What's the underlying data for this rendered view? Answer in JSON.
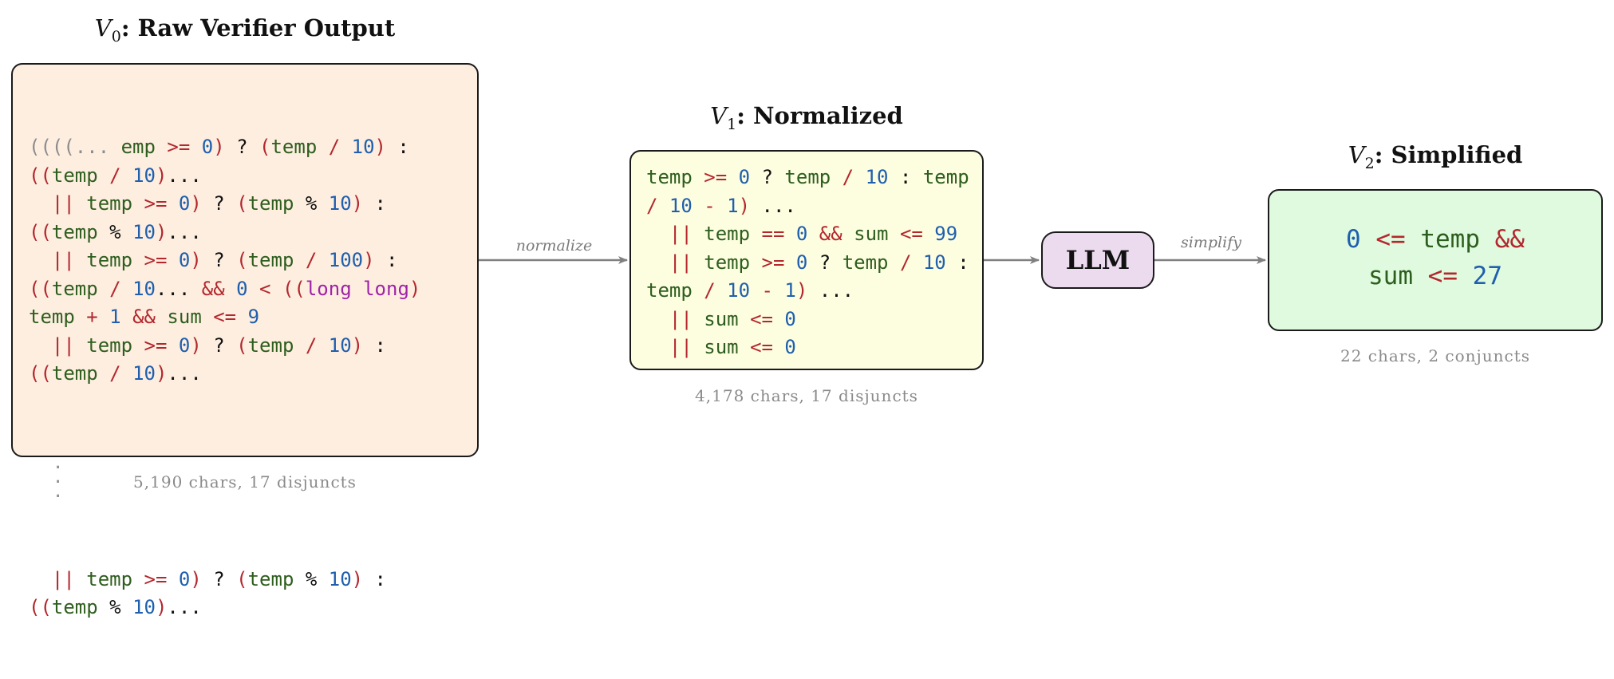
{
  "stages": [
    {
      "var": "V",
      "sub": "0",
      "title": ": Raw Verifier Output",
      "caption": "5,190 chars, 17 disjuncts"
    },
    {
      "var": "V",
      "sub": "1",
      "title": ": Normalized",
      "caption": "4,178 chars, 17 disjuncts"
    },
    {
      "var": "V",
      "sub": "2",
      "title": ": Simplified",
      "caption": "22 chars, 2 conjuncts"
    }
  ],
  "llm_label": "LLM",
  "arrow_labels": {
    "normalize": "normalize",
    "simplify": "simplify"
  },
  "colors": {
    "v0_fill": "#fdeee0",
    "v1_fill": "#fdfde0",
    "v2_fill": "#dffadf",
    "llm_fill": "#ecdaee",
    "identifier": "#2e5e1e",
    "operator": "#b3272d",
    "number": "#1f5fae",
    "type": "#a023a8"
  },
  "v0_lines": [
    [
      [
        "gr",
        "((((... "
      ],
      [
        "g",
        "emp "
      ],
      [
        "r",
        ">="
      ],
      [
        "k",
        " "
      ],
      [
        "b",
        "0"
      ],
      [
        "r",
        ")"
      ],
      [
        "k",
        " ? "
      ],
      [
        "r",
        "("
      ],
      [
        "g",
        "temp "
      ],
      [
        "r",
        "/"
      ],
      [
        "k",
        " "
      ],
      [
        "b",
        "10"
      ],
      [
        "r",
        ")"
      ],
      [
        "k",
        " :"
      ]
    ],
    [
      [
        "r",
        "(("
      ],
      [
        "g",
        "temp "
      ],
      [
        "r",
        "/"
      ],
      [
        "k",
        " "
      ],
      [
        "b",
        "10"
      ],
      [
        "r",
        ")"
      ],
      [
        "k",
        "..."
      ]
    ],
    [
      [
        "k",
        "  "
      ],
      [
        "r",
        "||"
      ],
      [
        "k",
        " "
      ],
      [
        "g",
        "temp "
      ],
      [
        "r",
        ">="
      ],
      [
        "k",
        " "
      ],
      [
        "b",
        "0"
      ],
      [
        "r",
        ")"
      ],
      [
        "k",
        " ? "
      ],
      [
        "r",
        "("
      ],
      [
        "g",
        "temp "
      ],
      [
        "k",
        "% "
      ],
      [
        "b",
        "10"
      ],
      [
        "r",
        ")"
      ],
      [
        "k",
        " :"
      ]
    ],
    [
      [
        "r",
        "(("
      ],
      [
        "g",
        "temp "
      ],
      [
        "k",
        "% "
      ],
      [
        "b",
        "10"
      ],
      [
        "r",
        ")"
      ],
      [
        "k",
        "..."
      ]
    ],
    [
      [
        "k",
        "  "
      ],
      [
        "r",
        "||"
      ],
      [
        "k",
        " "
      ],
      [
        "g",
        "temp "
      ],
      [
        "r",
        ">="
      ],
      [
        "k",
        " "
      ],
      [
        "b",
        "0"
      ],
      [
        "r",
        ")"
      ],
      [
        "k",
        " ? "
      ],
      [
        "r",
        "("
      ],
      [
        "g",
        "temp "
      ],
      [
        "r",
        "/"
      ],
      [
        "k",
        " "
      ],
      [
        "b",
        "100"
      ],
      [
        "r",
        ")"
      ],
      [
        "k",
        " :"
      ]
    ],
    [
      [
        "r",
        "(("
      ],
      [
        "g",
        "temp "
      ],
      [
        "r",
        "/"
      ],
      [
        "k",
        " "
      ],
      [
        "b",
        "10"
      ],
      [
        "k",
        "... "
      ],
      [
        "r",
        "&&"
      ],
      [
        "k",
        " "
      ],
      [
        "b",
        "0"
      ],
      [
        "k",
        " "
      ],
      [
        "r",
        "<"
      ],
      [
        "k",
        " "
      ],
      [
        "r",
        "(("
      ],
      [
        "p",
        "long long"
      ],
      [
        "r",
        ")"
      ]
    ],
    [
      [
        "g",
        "temp "
      ],
      [
        "r",
        "+"
      ],
      [
        "k",
        " "
      ],
      [
        "b",
        "1"
      ],
      [
        "k",
        " "
      ],
      [
        "r",
        "&&"
      ],
      [
        "k",
        " "
      ],
      [
        "g",
        "sum "
      ],
      [
        "r",
        "<="
      ],
      [
        "k",
        " "
      ],
      [
        "b",
        "9"
      ]
    ],
    [
      [
        "k",
        "  "
      ],
      [
        "r",
        "||"
      ],
      [
        "k",
        " "
      ],
      [
        "g",
        "temp "
      ],
      [
        "r",
        ">="
      ],
      [
        "k",
        " "
      ],
      [
        "b",
        "0"
      ],
      [
        "r",
        ")"
      ],
      [
        "k",
        " ? "
      ],
      [
        "r",
        "("
      ],
      [
        "g",
        "temp "
      ],
      [
        "r",
        "/"
      ],
      [
        "k",
        " "
      ],
      [
        "b",
        "10"
      ],
      [
        "r",
        ")"
      ],
      [
        "k",
        " :"
      ]
    ],
    [
      [
        "r",
        "(("
      ],
      [
        "g",
        "temp "
      ],
      [
        "r",
        "/"
      ],
      [
        "k",
        " "
      ],
      [
        "b",
        "10"
      ],
      [
        "r",
        ")"
      ],
      [
        "k",
        "..."
      ]
    ]
  ],
  "v0_tail": [
    [
      [
        "k",
        "  "
      ],
      [
        "r",
        "||"
      ],
      [
        "k",
        " "
      ],
      [
        "g",
        "temp "
      ],
      [
        "r",
        ">="
      ],
      [
        "k",
        " "
      ],
      [
        "b",
        "0"
      ],
      [
        "r",
        ")"
      ],
      [
        "k",
        " ? "
      ],
      [
        "r",
        "("
      ],
      [
        "g",
        "temp "
      ],
      [
        "k",
        "% "
      ],
      [
        "b",
        "10"
      ],
      [
        "r",
        ")"
      ],
      [
        "k",
        " :"
      ]
    ],
    [
      [
        "r",
        "(("
      ],
      [
        "g",
        "temp "
      ],
      [
        "k",
        "% "
      ],
      [
        "b",
        "10"
      ],
      [
        "r",
        ")"
      ],
      [
        "k",
        "..."
      ]
    ]
  ],
  "v1_lines": [
    [
      [
        "g",
        "temp "
      ],
      [
        "r",
        ">="
      ],
      [
        "k",
        " "
      ],
      [
        "b",
        "0"
      ],
      [
        "k",
        " ? "
      ],
      [
        "g",
        "temp "
      ],
      [
        "r",
        "/"
      ],
      [
        "k",
        " "
      ],
      [
        "b",
        "10"
      ],
      [
        "k",
        " : "
      ],
      [
        "g",
        "temp"
      ]
    ],
    [
      [
        "r",
        "/"
      ],
      [
        "k",
        " "
      ],
      [
        "b",
        "10"
      ],
      [
        "k",
        " "
      ],
      [
        "r",
        "-"
      ],
      [
        "k",
        " "
      ],
      [
        "b",
        "1"
      ],
      [
        "r",
        ")"
      ],
      [
        "k",
        " ..."
      ]
    ],
    [
      [
        "k",
        "  "
      ],
      [
        "r",
        "||"
      ],
      [
        "k",
        " "
      ],
      [
        "g",
        "temp "
      ],
      [
        "r",
        "=="
      ],
      [
        "k",
        " "
      ],
      [
        "b",
        "0"
      ],
      [
        "k",
        " "
      ],
      [
        "r",
        "&&"
      ],
      [
        "k",
        " "
      ],
      [
        "g",
        "sum "
      ],
      [
        "r",
        "<="
      ],
      [
        "k",
        " "
      ],
      [
        "b",
        "99"
      ]
    ],
    [
      [
        "k",
        "  "
      ],
      [
        "r",
        "||"
      ],
      [
        "k",
        " "
      ],
      [
        "g",
        "temp "
      ],
      [
        "r",
        ">="
      ],
      [
        "k",
        " "
      ],
      [
        "b",
        "0"
      ],
      [
        "k",
        " ? "
      ],
      [
        "g",
        "temp "
      ],
      [
        "r",
        "/"
      ],
      [
        "k",
        " "
      ],
      [
        "b",
        "10"
      ],
      [
        "k",
        " :"
      ]
    ],
    [
      [
        "g",
        "temp "
      ],
      [
        "r",
        "/"
      ],
      [
        "k",
        " "
      ],
      [
        "b",
        "10"
      ],
      [
        "k",
        " "
      ],
      [
        "r",
        "-"
      ],
      [
        "k",
        " "
      ],
      [
        "b",
        "1"
      ],
      [
        "r",
        ")"
      ],
      [
        "k",
        " ..."
      ]
    ],
    [
      [
        "k",
        "  "
      ],
      [
        "r",
        "||"
      ],
      [
        "k",
        " "
      ],
      [
        "g",
        "sum "
      ],
      [
        "r",
        "<="
      ],
      [
        "k",
        " "
      ],
      [
        "b",
        "0"
      ]
    ],
    [
      [
        "k",
        "  "
      ],
      [
        "r",
        "||"
      ],
      [
        "k",
        " "
      ],
      [
        "g",
        "sum "
      ],
      [
        "r",
        "<="
      ],
      [
        "k",
        " "
      ],
      [
        "b",
        "0"
      ]
    ]
  ],
  "v2_lines": [
    [
      [
        "b",
        "0"
      ],
      [
        "k",
        " "
      ],
      [
        "r",
        "<="
      ],
      [
        "k",
        " "
      ],
      [
        "g",
        "temp "
      ],
      [
        "r",
        "&&"
      ]
    ],
    [
      [
        "g",
        "sum "
      ],
      [
        "r",
        "<="
      ],
      [
        "k",
        " "
      ],
      [
        "b",
        "27"
      ]
    ]
  ]
}
